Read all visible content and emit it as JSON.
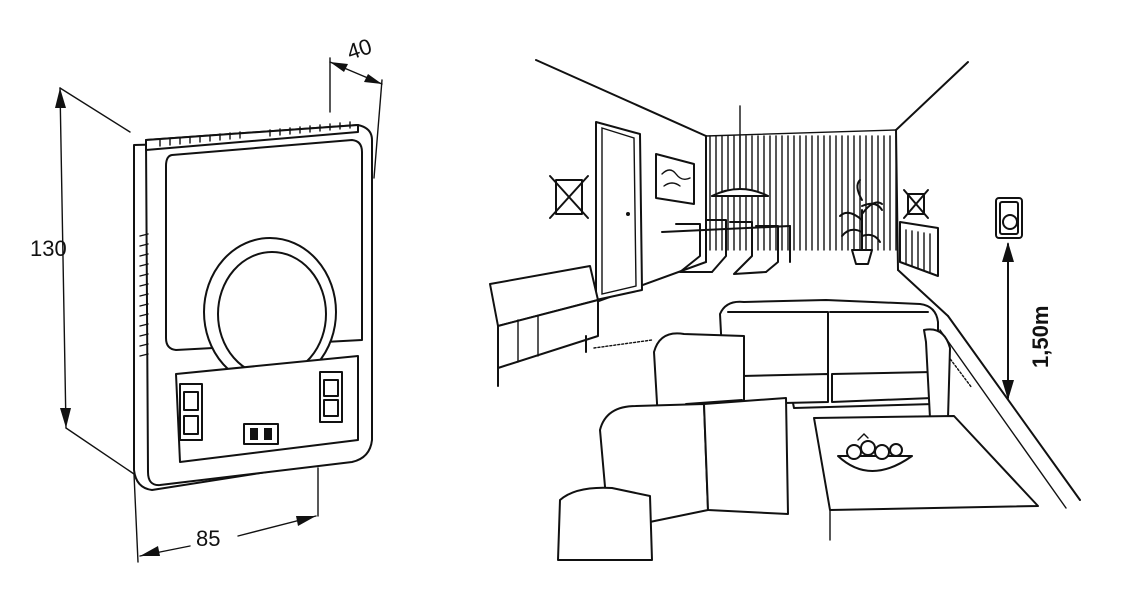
{
  "figure": {
    "device_dimensions": {
      "height": "130",
      "width": "85",
      "depth": "40"
    },
    "mounting_height": "1,50m"
  },
  "colors": {
    "line": "#111111",
    "background": "#ffffff"
  },
  "icons": [
    "thermostat-device",
    "prohibited-position-mark",
    "mounted-thermostat-icon"
  ]
}
